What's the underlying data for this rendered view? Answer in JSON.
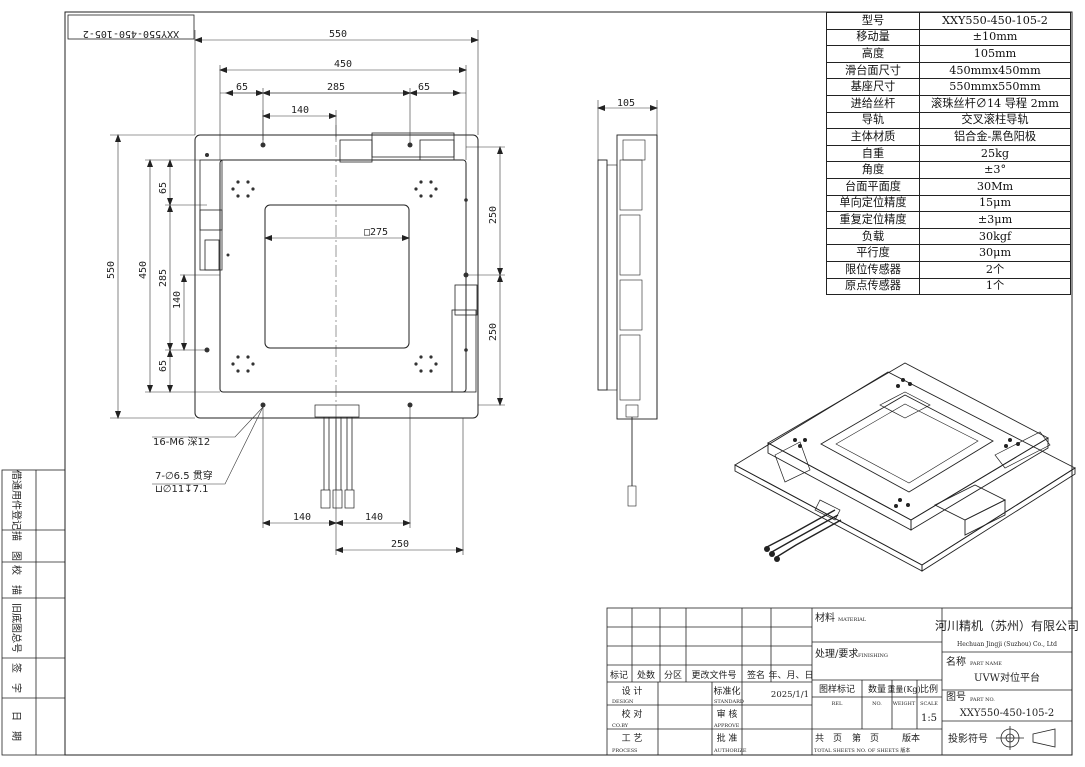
{
  "part_label_rotated": "XXY550-450-105-2",
  "spec_table": [
    {
      "key": "型号",
      "value": "XXY550-450-105-2"
    },
    {
      "key": "移动量",
      "value": "±10mm"
    },
    {
      "key": "高度",
      "value": "105mm"
    },
    {
      "key": "滑台面尺寸",
      "value": "450mmx450mm"
    },
    {
      "key": "基座尺寸",
      "value": "550mmx550mm"
    },
    {
      "key": "进给丝杆",
      "value": "滚珠丝杆∅14 导程 2mm"
    },
    {
      "key": "导轨",
      "value": "交叉滚柱导轨"
    },
    {
      "key": "主体材质",
      "value": "铝合金-黑色阳极"
    },
    {
      "key": "自重",
      "value": "25kg"
    },
    {
      "key": "角度",
      "value": "±3°"
    },
    {
      "key": "台面平面度",
      "value": "30Mm"
    },
    {
      "key": "单向定位精度",
      "value": "15μm"
    },
    {
      "key": "重复定位精度",
      "value": "±3μm"
    },
    {
      "key": "负载",
      "value": "30kgf"
    },
    {
      "key": "平行度",
      "value": "30μm"
    },
    {
      "key": "限位传感器",
      "value": "2个"
    },
    {
      "key": "原点传感器",
      "value": "1个"
    }
  ],
  "dimensions": {
    "d550_top": "550",
    "d450_top": "450",
    "d65_a": "65",
    "d285_top": "285",
    "d65_b": "65",
    "d140_top": "140",
    "d275_window": "□275",
    "d250_right_a": "250",
    "d250_right_b": "250",
    "d550_left": "550",
    "d450_left": "450",
    "d65_left_a": "65",
    "d285_left": "285",
    "d140_left": "140",
    "d65_left_b": "65",
    "d140_bot_a": "140",
    "d140_bot_b": "140",
    "d250_bot": "250",
    "d105_side": "105"
  },
  "annotations": {
    "tapped_holes": "16-M6 深12",
    "through_holes": "7-∅6.5 贯穿",
    "counterbore": "⊔∅11↧7.1"
  },
  "left_strip": [
    "借通用件登记",
    "描　图",
    "校　描",
    "旧底图总号",
    "签　字",
    "日　期"
  ],
  "title_block": {
    "material_label": "材料",
    "material_label_en": "MATERIAL",
    "finish_label": "处理/要求",
    "finish_label_en": "FINISHING",
    "company_cn": "河川精机（苏州）有限公司",
    "company_en": "Hechuan Jingji (Suzhou) Co., Ltd",
    "name_label": "名称",
    "name_label_en": "PART NAME",
    "part_name": "UVW对位平台",
    "drawing_no_label": "图号",
    "drawing_no_label_en": "PART NO.",
    "drawing_no": "XXY550-450-105-2",
    "projection_label": "投影符号",
    "rev_headers": [
      "标记",
      "处数",
      "分区",
      "更改文件号",
      "签名",
      "年、月、日"
    ],
    "design": "设 计",
    "design_en": "DESIGN",
    "standard": "标准化",
    "standard_en": "STANDARD",
    "check": "校 对",
    "check_en": "CO.BY",
    "review": "审 核",
    "review_en": "APPROVE",
    "process": "工 艺",
    "process_en": "PROCESS",
    "approve": "批 准",
    "approve_en": "AUTHORIZE",
    "date": "2025/1/1",
    "drawing_mark": "图样标记",
    "drawing_mark_en": "REL",
    "qty": "数量",
    "qty_en": "NO.",
    "weight": "重量(Kg)",
    "weight_en": "WEIGHT",
    "scale_label": "比例",
    "scale_label_en": "SCALE",
    "scale": "1:5",
    "sheets_total": "共　页",
    "sheet_no": "第　页",
    "version": "版本",
    "sheets_en": "TOTAL SHEETS NO. OF SHEETS 版本"
  },
  "colors": {
    "line": "#222222",
    "dim": "#333333",
    "paper": "#ffffff"
  }
}
